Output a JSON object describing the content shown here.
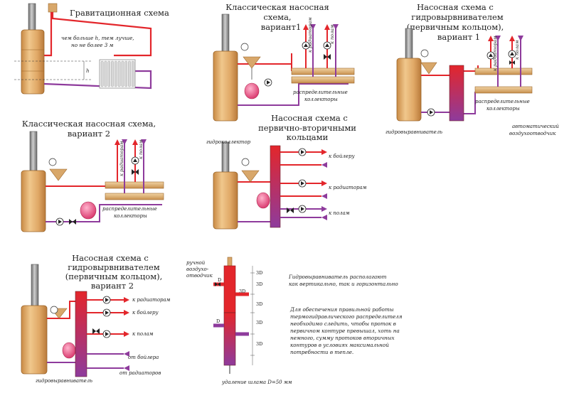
{
  "colors": {
    "supply": "#e3262b",
    "return": "#8e3b9c",
    "boiler": "#d9a05a",
    "chimney": "#8a8a8a",
    "collector": "#d8a76a",
    "tank": "#e64a7e"
  },
  "diagrams": {
    "gravity": {
      "title": "Гравитационная схема",
      "note_line1": "чем больше h, тем лучше,",
      "note_line2": "но не более 3 м",
      "h_label": "h"
    },
    "classic1": {
      "title_line1": "Классическая насосная",
      "title_line2": "схема,",
      "title_line3": "вариант1",
      "to_radiators": "к радиаторам",
      "to_floor": "к полам",
      "collectors_line1": "распределительные",
      "collectors_line2": "коллекторы"
    },
    "hydro1": {
      "title_line1": "Насосная схема с",
      "title_line2": "гидровырвнивателем",
      "title_line3": "(первичным кольцом),",
      "title_line4": "вариант 1",
      "to_radiators": "к радиаторам",
      "to_floor": "к полам",
      "collectors_line1": "распределительные",
      "collectors_line2": "коллекторы",
      "separator": "гидровыравниватель",
      "air_vent_line1": "автоматический",
      "air_vent_line2": "воздухоотводчик"
    },
    "classic2": {
      "title_line1": "Классическая насосная схема,",
      "title_line2": "вариант 2",
      "to_radiators": "к радиаторам",
      "to_floor": "к полам",
      "collectors_line1": "распределительные",
      "collectors_line2": "коллекторы"
    },
    "primary_secondary": {
      "title_line1": "Насосная схема с",
      "title_line2": "первично-вторичными",
      "title_line3": "кольцами",
      "hydrocollector": "гидроколлектор",
      "to_boiler": "к бойлеру",
      "to_radiators": "к радиаторам",
      "to_floor": "к полам"
    },
    "hydro2": {
      "title_line1": "Насосная схема с",
      "title_line2": "гидровырвнивателем",
      "title_line3": "(первичным кольцом),",
      "title_line4": "вариант 2",
      "to_radiators": "к радиаторам",
      "to_boiler": "к бойлеру",
      "to_floor": "к полам",
      "from_boiler": "от бойлера",
      "from_radiators": "от радиаторов",
      "separator": "гидровыравниватель"
    },
    "separator_detail": {
      "air_vent_line1": "ручной",
      "air_vent_line2": "воздухо-",
      "air_vent_line3": "отводчик",
      "d_label": "D",
      "three_d": "3D",
      "sludge": "удаление шлама D=50 мм"
    }
  },
  "text_notes": {
    "orientation_line1": "Гидровыравниватель располагают",
    "orientation_line2": "как вертикально, так и горизонтально",
    "rule_line1": "Для обеспечения правильной работы",
    "rule_line2": "термогидравлического распределителя",
    "rule_line3": "необходимо следить, чтобы проток в",
    "rule_line4": "первичном контуре превышал, хоть на",
    "rule_line5": "немного, сумму протоков вторичных",
    "rule_line6": "контуров в условиях максимальной",
    "rule_line7": "потребности в тепле."
  }
}
